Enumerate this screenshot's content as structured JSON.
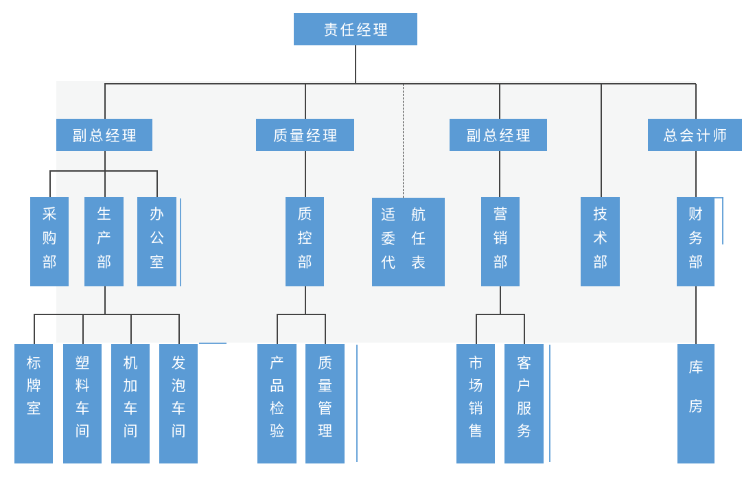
{
  "palette": {
    "node_fill": "#5b9bd5",
    "node_text": "#ffffff",
    "connector": "#424242",
    "panel_bg": "#f5f6f6",
    "canvas_bg": "#ffffff",
    "artifact_line": "#5b9bd5"
  },
  "org": {
    "root": {
      "label": "责任经理"
    },
    "level2": [
      {
        "label": "副总经理"
      },
      {
        "label": "质量经理"
      },
      {
        "label": "副总经理"
      },
      {
        "label": "总会计师"
      }
    ],
    "level3": [
      {
        "label": "采购部"
      },
      {
        "label": "生产部"
      },
      {
        "label": "办公室"
      },
      {
        "label": "质控部"
      },
      {
        "label": "适航委任代表"
      },
      {
        "label": "营销部"
      },
      {
        "label": "技术部"
      },
      {
        "label": "财务部"
      }
    ],
    "level4": [
      {
        "label": "标牌室"
      },
      {
        "label": "塑料车间"
      },
      {
        "label": "机加车间"
      },
      {
        "label": "发泡车间"
      },
      {
        "label": "产品检验"
      },
      {
        "label": "质量管理"
      },
      {
        "label": "市场销售"
      },
      {
        "label": "客户服务"
      },
      {
        "label": "库房"
      }
    ]
  }
}
